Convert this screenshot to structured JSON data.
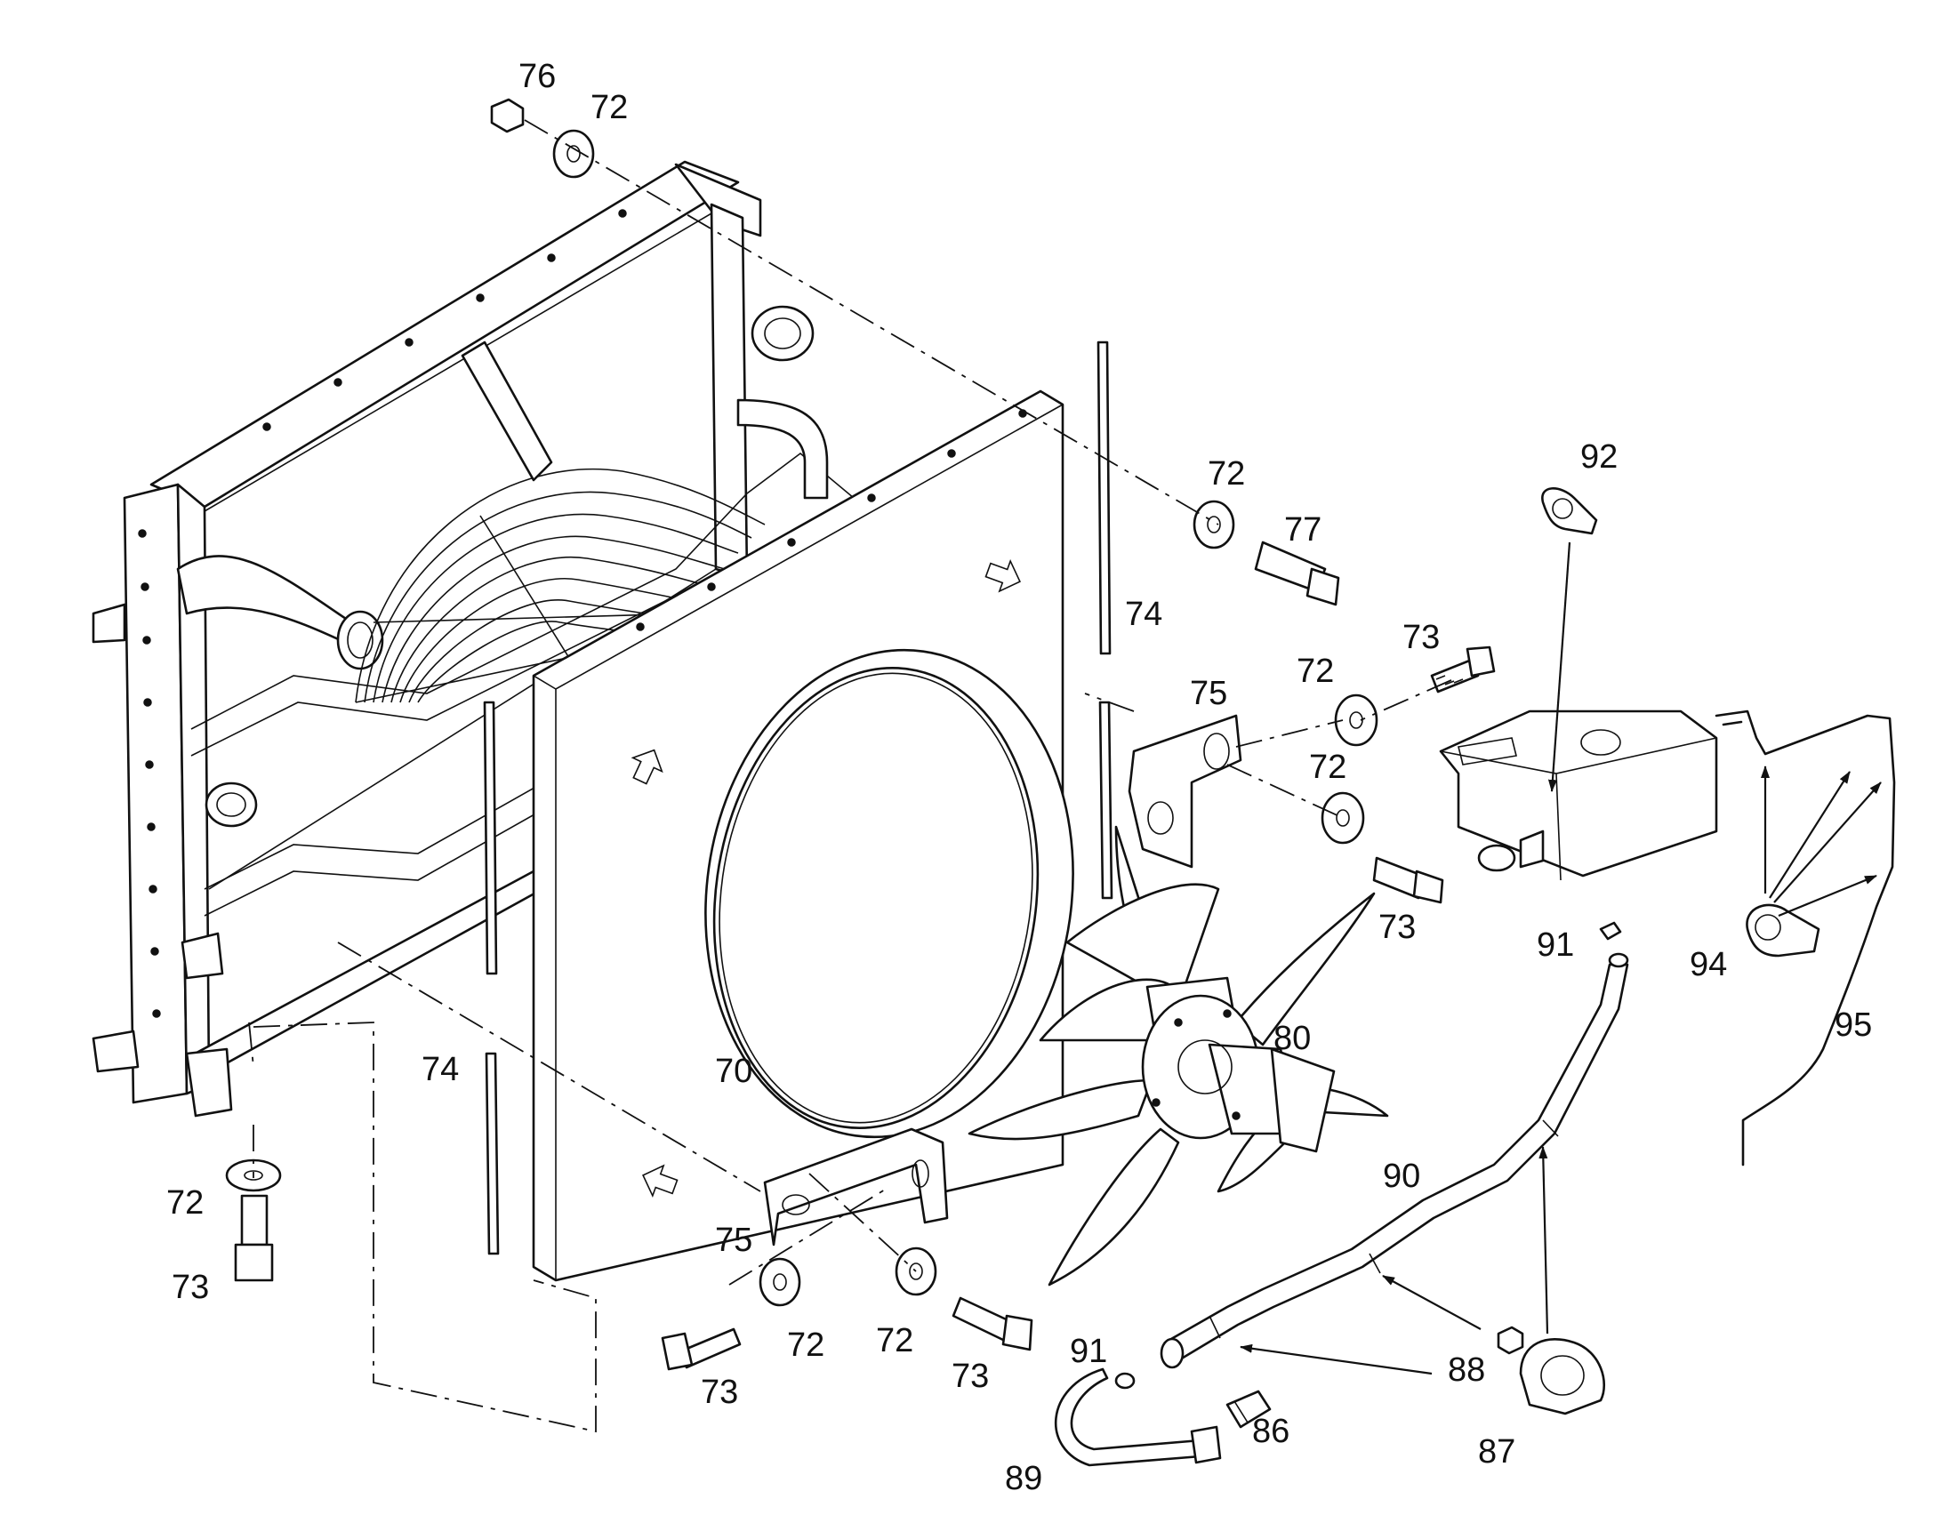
{
  "diagram": {
    "colors": {
      "line": "#111111",
      "background": "#ffffff"
    },
    "callouts": [
      {
        "id": "c76",
        "text": "76"
      },
      {
        "id": "c72a",
        "text": "72"
      },
      {
        "id": "c72b",
        "text": "72"
      },
      {
        "id": "c77",
        "text": "77"
      },
      {
        "id": "c92",
        "text": "92"
      },
      {
        "id": "c74a",
        "text": "74"
      },
      {
        "id": "c73a",
        "text": "73"
      },
      {
        "id": "c75a",
        "text": "75"
      },
      {
        "id": "c72c",
        "text": "72"
      },
      {
        "id": "c72d",
        "text": "72"
      },
      {
        "id": "c73b",
        "text": "73"
      },
      {
        "id": "c91a",
        "text": "91"
      },
      {
        "id": "c94",
        "text": "94"
      },
      {
        "id": "c95",
        "text": "95"
      },
      {
        "id": "c80",
        "text": "80"
      },
      {
        "id": "c70",
        "text": "70"
      },
      {
        "id": "c74b",
        "text": "74"
      },
      {
        "id": "c90",
        "text": "90"
      },
      {
        "id": "c72e",
        "text": "72"
      },
      {
        "id": "c73c",
        "text": "73"
      },
      {
        "id": "c75b",
        "text": "75"
      },
      {
        "id": "c72f",
        "text": "72"
      },
      {
        "id": "c72g",
        "text": "72"
      },
      {
        "id": "c88",
        "text": "88"
      },
      {
        "id": "c91b",
        "text": "91"
      },
      {
        "id": "c73d",
        "text": "73"
      },
      {
        "id": "c73e",
        "text": "73"
      },
      {
        "id": "c86",
        "text": "86"
      },
      {
        "id": "c87",
        "text": "87"
      },
      {
        "id": "c89",
        "text": "89"
      }
    ]
  }
}
